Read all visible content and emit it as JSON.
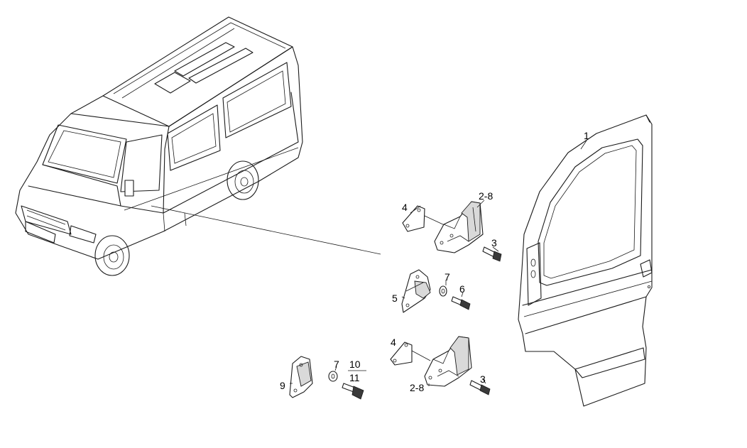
{
  "callouts": {
    "c1": "1",
    "c2_8_top": "2-8",
    "c3_top": "3",
    "c4_top": "4",
    "c5": "5",
    "c6": "6",
    "c7_mid": "7",
    "c4_bottom": "4",
    "c3_bottom": "3",
    "c2_8_bottom": "2-8",
    "c9": "9",
    "c7_low": "7",
    "c10": "10",
    "c11": "11"
  }
}
